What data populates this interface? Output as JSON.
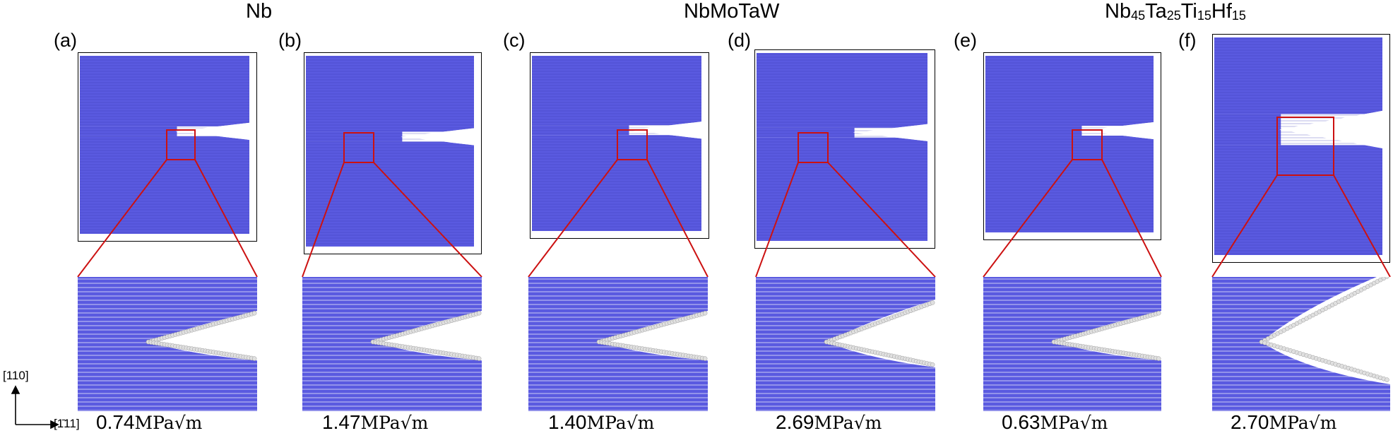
{
  "groups": [
    {
      "name": "Nb"
    },
    {
      "name": "NbMoTaW"
    },
    {
      "name_parts": [
        "Nb",
        "45",
        "Ta",
        "25",
        "Ti",
        "15",
        "Hf",
        "15"
      ]
    }
  ],
  "panels": [
    {
      "label": "(a)",
      "k_value": "0.74",
      "k_unit": "MPa√m"
    },
    {
      "label": "(b)",
      "k_value": "1.47",
      "k_unit": "MPa√m"
    },
    {
      "label": "(c)",
      "k_value": "1.40",
      "k_unit": "MPa√m"
    },
    {
      "label": "(d)",
      "k_value": "2.69",
      "k_unit": "MPa√m"
    },
    {
      "label": "(e)",
      "k_value": "0.63",
      "k_unit": "MPa√m"
    },
    {
      "label": "(f)",
      "k_value": "2.70",
      "k_unit": "MPa√m"
    }
  ],
  "axes": {
    "vertical": "[110]",
    "horizontal": "[1̄11]"
  },
  "colors": {
    "lattice": "#5a5ae0",
    "lattice_line": "#3a3ab8",
    "defect_atoms": "#e0e0e0",
    "zoom_box": "#cc1111"
  }
}
